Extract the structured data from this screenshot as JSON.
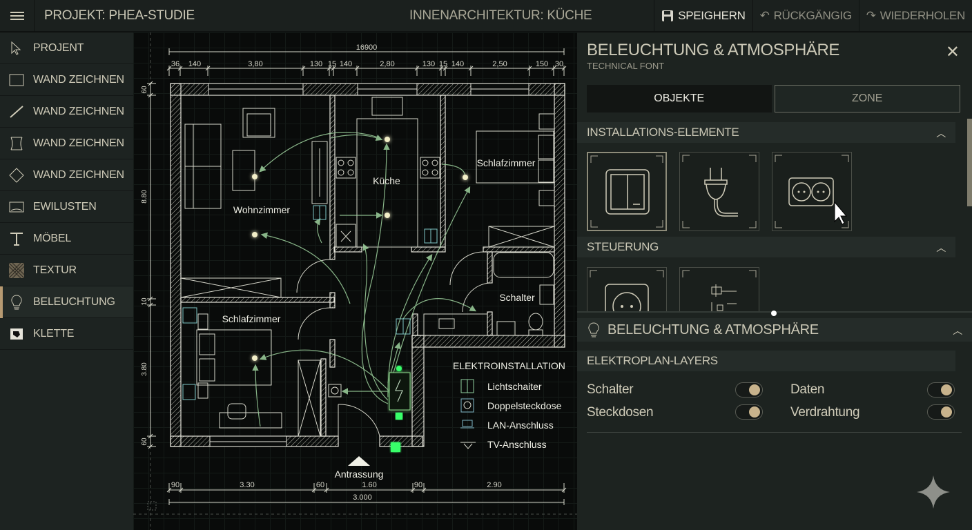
{
  "topbar": {
    "project_title": "PROJEKT: PHEA-STUDIE",
    "center_title": "INNENARCHITEKTUR: KÜCHE",
    "save": "SPEIGHERN",
    "undo": "RÜCKGÄNGIG",
    "redo": "WIEDERHOLEN"
  },
  "sidebar": {
    "items": [
      {
        "label": "PROJENT",
        "icon": "cursor-icon"
      },
      {
        "label": "WAND ZEICHNEN",
        "icon": "wall-rect-icon"
      },
      {
        "label": "WAND ZEICHNEN",
        "icon": "wall-line-icon"
      },
      {
        "label": "WAND ZEICHNEN",
        "icon": "wall-curve-icon"
      },
      {
        "label": "WAND ZEICHNEN",
        "icon": "wall-diamond-icon"
      },
      {
        "label": "EWILUSTEN",
        "icon": "window-icon"
      },
      {
        "label": "MÖBEL",
        "icon": "table-icon"
      },
      {
        "label": "TEXTUR",
        "icon": "texture-icon"
      },
      {
        "label": "BELEUCHTUNG",
        "icon": "bulb-icon",
        "active": true
      },
      {
        "label": "KLETTE",
        "icon": "clip-icon"
      }
    ]
  },
  "plan": {
    "rooms": {
      "wohnzimmer": "Wohnzimmer",
      "kueche": "Küche",
      "schlafzimmer_right": "Schlafzimmer",
      "schalter": "Schalter",
      "schlafzimmer_left": "Schlafzimmer"
    },
    "entrance": "Antrassung",
    "dims_top_total": "16900",
    "dims_top": [
      "36",
      "140",
      "3,80",
      "130",
      "15",
      "140",
      "2,80",
      "130",
      "15",
      "140",
      "2,50",
      "150",
      "30"
    ],
    "dims_bottom": [
      "90",
      "3.30",
      "60",
      "1.60",
      "90",
      "2.90"
    ],
    "dims_bottom_total": "3.000",
    "dims_left": [
      "60",
      "8.80",
      "10",
      "3.80",
      "60"
    ],
    "legend": {
      "title": "ELEKTROINSTALLATION",
      "items": [
        "Lichtschaiter",
        "Doppelsteckdose",
        "LAN-Anschluss",
        "TV-Anschluss"
      ]
    }
  },
  "panel": {
    "title": "BELEUCHTUNG & ATMOSPHÄRE",
    "subtitle": "TECHNICAL FONT",
    "tabs": {
      "objects": "OBJEKTE",
      "zone": "ZONE"
    },
    "sections": {
      "installations": "INSTALLATIONS-ELEMENTE",
      "control": "STEUERUNG",
      "lighting": "BELEUCHTUNG & ATMOSPHÄRE",
      "layers": "ELEKTROPLAN-LAYERS"
    },
    "layers": [
      {
        "label": "Schalter",
        "on": true
      },
      {
        "label": "Daten",
        "on": true
      },
      {
        "label": "Steckdosen",
        "on": true
      },
      {
        "label": "Verdrahtung",
        "on": true
      }
    ]
  },
  "colors": {
    "accent": "#b79a72",
    "wire": "#9fd39f",
    "glow": "#39ff6a",
    "knob": "#c8b38c"
  }
}
